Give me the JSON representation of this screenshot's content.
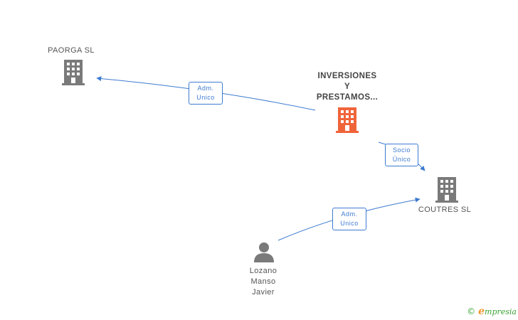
{
  "nodes": {
    "paorga": {
      "label": "PAORGA SL"
    },
    "inversiones": {
      "label_lines": [
        "INVERSIONES",
        "Y",
        "PRESTAMOS..."
      ]
    },
    "coutres": {
      "label": "COUTRES SL"
    },
    "lozano": {
      "label_lines": [
        "Lozano",
        "Manso",
        "Javier"
      ]
    }
  },
  "edges": {
    "inv_paorga": {
      "lines": [
        "Adm.",
        "Unico"
      ]
    },
    "inv_coutres": {
      "lines": [
        "Socio",
        "Único"
      ]
    },
    "lozano_coutres": {
      "lines": [
        "Adm.",
        "Unico"
      ]
    }
  },
  "colors": {
    "edge": "#3d7bd1",
    "company": "#7a7a7a",
    "main_company": "#f0643a",
    "person": "#7a7a7a"
  },
  "brand": {
    "copyright": "©",
    "initial": "e",
    "name": "mpresia"
  }
}
